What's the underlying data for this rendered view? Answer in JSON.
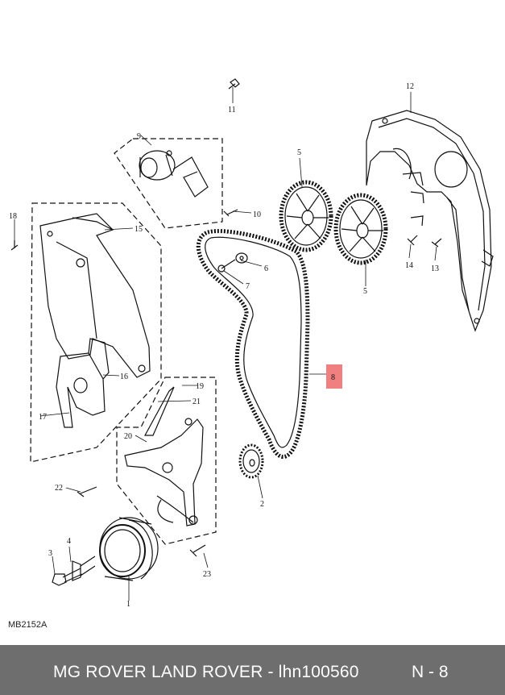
{
  "diagram": {
    "callouts": {
      "c1": "1",
      "c2": "2",
      "c3": "3",
      "c4": "4",
      "c5a": "5",
      "c5b": "5",
      "c6": "6",
      "c7": "7",
      "c8": "8",
      "c9": "9",
      "c10": "10",
      "c11": "11",
      "c12": "12",
      "c13": "13",
      "c14": "14",
      "c15": "15",
      "c16": "16",
      "c17": "17",
      "c18": "18",
      "c19": "19",
      "c20": "20",
      "c21": "21",
      "c22": "22",
      "c23": "23"
    },
    "highlight_color": "#f08080",
    "figure_ref": "MB2152A"
  },
  "footer": {
    "title": "MG ROVER LAND ROVER - lhn100560",
    "code": "N - 8",
    "background": "#6e6e6e"
  }
}
